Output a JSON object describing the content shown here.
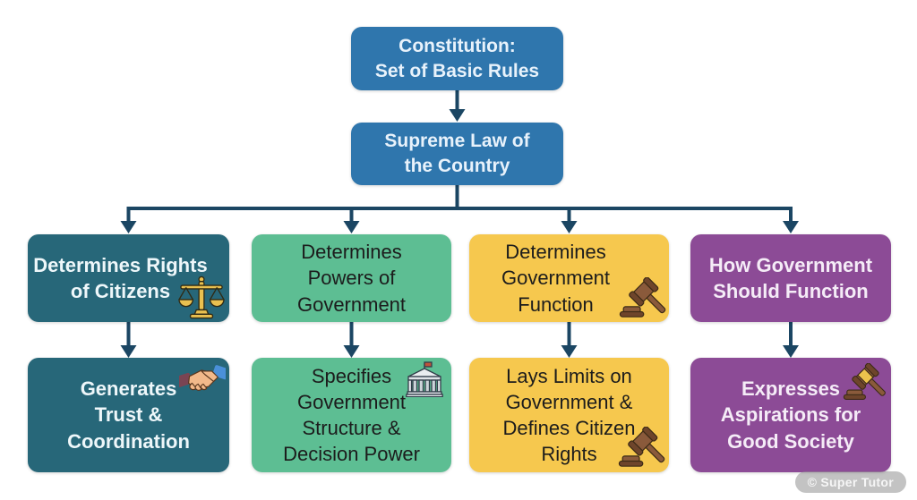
{
  "diagram": {
    "title_semantic": "Constitution flowchart",
    "root": {
      "label": "Constitution:\nSet of Basic Rules"
    },
    "level2": {
      "label": "Supreme Law of\nthe Country"
    },
    "columns": [
      {
        "theme": "teal",
        "top": {
          "label": "Determines Rights\nof Citizens",
          "icon": "scales-of-justice-icon"
        },
        "bottom": {
          "label": "Generates\nTrust &\nCoordination",
          "icon": "handshake-icon"
        }
      },
      {
        "theme": "green",
        "top": {
          "label": "Determines\nPowers of\nGovernment",
          "icon": null
        },
        "bottom": {
          "label": "Specifies\nGovernment\nStructure &\nDecision Power",
          "icon": "government-building-icon"
        }
      },
      {
        "theme": "yellow",
        "top": {
          "label": "Determines\nGovernment\nFunction",
          "icon": "gavel-icon"
        },
        "bottom": {
          "label": "Lays Limits on\nGovernment &\nDefines Citizen\nRights",
          "icon": "gavel-icon"
        }
      },
      {
        "theme": "purple",
        "top": {
          "label": "How Government\nShould Function",
          "icon": null
        },
        "bottom": {
          "label": "Expresses\nAspirations for\nGood Society",
          "icon": "gavel-icon"
        }
      }
    ]
  },
  "watermark": {
    "label": "© Super Tutor"
  },
  "colors": {
    "box_blue": "#2f76ad",
    "box_teal": "#276779",
    "box_green": "#5dbe93",
    "box_yellow": "#f6c84e",
    "box_purple": "#8c4b96",
    "arrow": "#1b4663",
    "background": "#ffffff"
  }
}
